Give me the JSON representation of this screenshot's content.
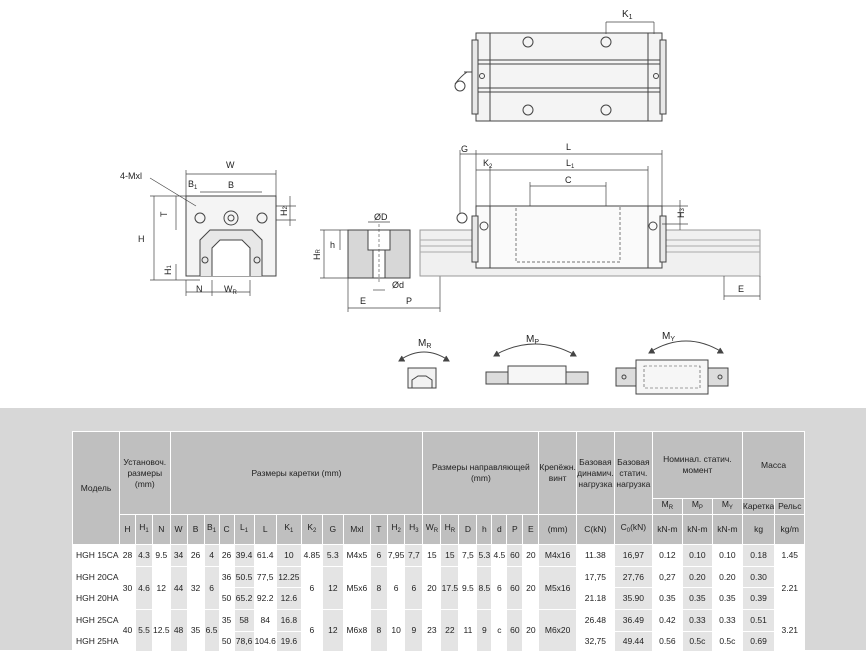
{
  "dims": {
    "K1": "K",
    "K1s": "1",
    "W": "W",
    "B": "B",
    "B1": "B",
    "B1s": "1",
    "mxl": "4-Mxl",
    "T": "T",
    "H": "H",
    "H1": "H",
    "H1s": "1",
    "H2": "H",
    "H2s": "2",
    "N": "N",
    "WR": "W",
    "WRs": "R",
    "phiD": "ØD",
    "h": "h",
    "HR": "H",
    "HRs": "R",
    "phid": "Ød",
    "E": "E",
    "P": "P",
    "G": "G",
    "K2": "K",
    "K2s": "2",
    "L": "L",
    "L1": "L",
    "L1s": "1",
    "C": "C",
    "H3": "H",
    "H3s": "3",
    "E2": "E"
  },
  "moments": {
    "MR": "M",
    "MRs": "R",
    "MP": "M",
    "MPs": "P",
    "MY": "M",
    "MYs": "Y"
  },
  "table": {
    "model": "Модель",
    "install": "Установоч. размеры (mm)",
    "carriage": "Размеры каретки (mm)",
    "rail": "Размеры направляющей (mm)",
    "bolt": "Крепёжн. винт",
    "dyn": "Базовая динамич. нагрузка",
    "stat": "Базовая статич. нагрузка",
    "moment": "Номинал. статич. момент",
    "mass": "Масса",
    "m_car": "Каретка",
    "m_rail": "Рельс",
    "MR": "M",
    "MRs": "R",
    "MP": "M",
    "MPs": "P",
    "MY": "M",
    "MYs": "Y",
    "h_H": "H",
    "h_H1": "H",
    "h_H1s": "1",
    "h_N": "N",
    "h_W": "W",
    "h_B": "B",
    "h_B1": "B",
    "h_B1s": "1",
    "h_C": "C",
    "h_L1": "L",
    "h_L1s": "1",
    "h_L": "L",
    "h_K1": "K",
    "h_K1s": "1",
    "h_K2": "K",
    "h_K2s": "2",
    "h_G": "G",
    "h_Mxl": "Mxl",
    "h_T": "T",
    "h_H2": "H",
    "h_H2s": "2",
    "h_H3": "H",
    "h_H3s": "3",
    "h_WR": "W",
    "h_WRs": "R",
    "h_HR": "H",
    "h_HRs": "R",
    "h_D": "D",
    "h_h": "h",
    "h_d": "d",
    "h_P": "P",
    "h_E": "E",
    "h_mm": "(mm)",
    "h_CkN": "C(kN)",
    "h_C0": "C",
    "h_C0s": "0",
    "h_C0u": "(kN)",
    "u_knm1": "kN-m",
    "u_knm2": "kN-m",
    "u_knm3": "kN-m",
    "u_kg": "kg",
    "u_kgm": "kg/m",
    "r15": {
      "model": "HGH 15CA",
      "H": "28",
      "H1": "4.3",
      "N": "9.5",
      "W": "34",
      "B": "26",
      "B1": "4",
      "C": "26",
      "L1": "39.4",
      "L": "61.4",
      "K1": "10",
      "K2": "4.85",
      "G": "5.3",
      "Mxl": "M4x5",
      "T": "6",
      "H2": "7,95",
      "H3": "7,7",
      "WR": "15",
      "HR": "15",
      "D": "7,5",
      "h": "5.3",
      "d": "4.5",
      "P": "60",
      "E": "20",
      "bolt": "M4x16",
      "Cd": "11.38",
      "C0": "16,97",
      "MR": "0.12",
      "MP": "0.10",
      "MY": "0.10",
      "car": "0.18",
      "rail": "1.45"
    },
    "g20": {
      "H": "30",
      "H1": "4.6",
      "N": "12",
      "W": "44",
      "B": "32",
      "B1": "6",
      "K2": "6",
      "G": "12",
      "Mxl": "M5x6",
      "T": "8",
      "H2": "6",
      "H3": "6",
      "WR": "20",
      "HR": "17.5",
      "D": "9.5",
      "h": "8.5",
      "d": "6",
      "P": "60",
      "E": "20",
      "bolt": "M5x16",
      "rail": "2.21"
    },
    "r20c": {
      "model": "HGH 20CA",
      "C": "36",
      "L1": "50.5",
      "L": "77,5",
      "K1": "12.25",
      "Cd": "17,75",
      "C0": "27,76",
      "MR": "0,27",
      "MP": "0.20",
      "MY": "0.20",
      "car": "0.30"
    },
    "r20h": {
      "model": "HGH 20HA",
      "C": "50",
      "L1": "65.2",
      "L": "92.2",
      "K1": "12.6",
      "Cd": "21.18",
      "C0": "35.90",
      "MR": "0.35",
      "MP": "0.35",
      "MY": "0.35",
      "car": "0.39"
    },
    "g25": {
      "H": "40",
      "H1": "5.5",
      "N": "12.5",
      "W": "48",
      "B": "35",
      "B1": "6.5",
      "K2": "6",
      "G": "12",
      "Mxl": "M6x8",
      "T": "8",
      "H2": "10",
      "H3": "9",
      "WR": "23",
      "HR": "22",
      "D": "11",
      "h": "9",
      "d": "c",
      "P": "60",
      "E": "20",
      "bolt": "M6x20",
      "rail": "3.21"
    },
    "r25c": {
      "model": "HGH 25CA",
      "C": "35",
      "L1": "58",
      "L": "84",
      "K1": "16.8",
      "Cd": "26.48",
      "C0": "36.49",
      "MR": "0.42",
      "MP": "0.33",
      "MY": "0.33",
      "car": "0.51"
    },
    "r25h": {
      "model": "HGH 25HA",
      "C": "50",
      "L1": "78,6",
      "L": "104.6",
      "K1": "19.6",
      "Cd": "32,75",
      "C0": "49.44",
      "MR": "0.56",
      "MP": "0.5c",
      "MY": "0.5c",
      "car": "0.69"
    }
  }
}
